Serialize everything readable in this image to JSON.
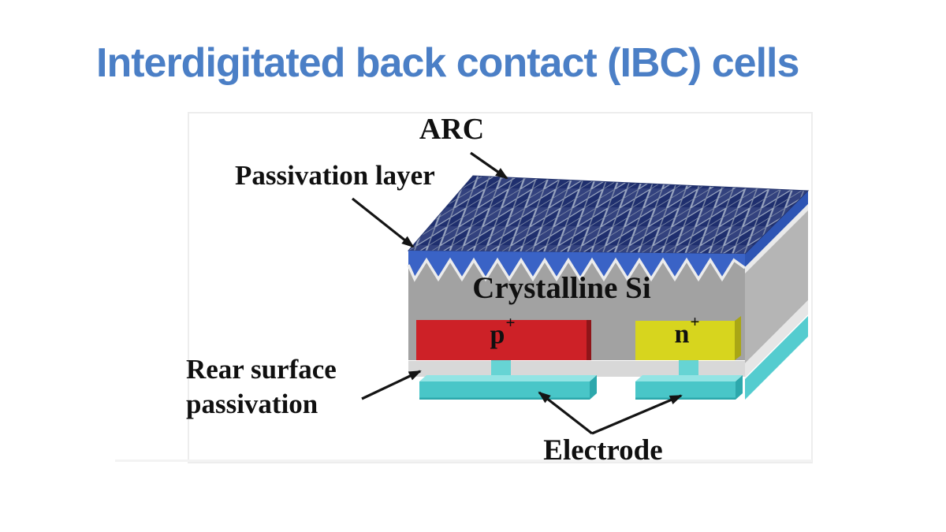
{
  "title": {
    "text": "Interdigitated back contact (IBC) cells",
    "color": "#4b7fc6"
  },
  "diagram": {
    "labels": {
      "arc": "ARC",
      "passivation_layer": "Passivation layer",
      "crystalline_si": "Crystalline Si",
      "p_region_base": "p",
      "p_region_sup": "+",
      "n_region_base": "n",
      "n_region_sup": "+",
      "rear_surface_line1": "Rear surface",
      "rear_surface_line2": "passivation",
      "electrode": "Electrode"
    },
    "colors": {
      "arc_texture_dark": "#1f2f6e",
      "arc_texture_base": "#33427e",
      "texture_lines": "#9aa6c0",
      "passivation_blue": "#3a63c6",
      "passivation_blue_side": "#2e55b4",
      "silicon_front": "#a2a2a2",
      "silicon_side": "#b5b5b5",
      "p_plus": "#cd2127",
      "n_plus": "#d7d51e",
      "rear_passivation": "#d8d8d8",
      "electrode_teal": "#49c6c8",
      "electrode_top": "#93e4e4",
      "electrode_side": "#2da8ac",
      "arrow": "#141414"
    }
  }
}
